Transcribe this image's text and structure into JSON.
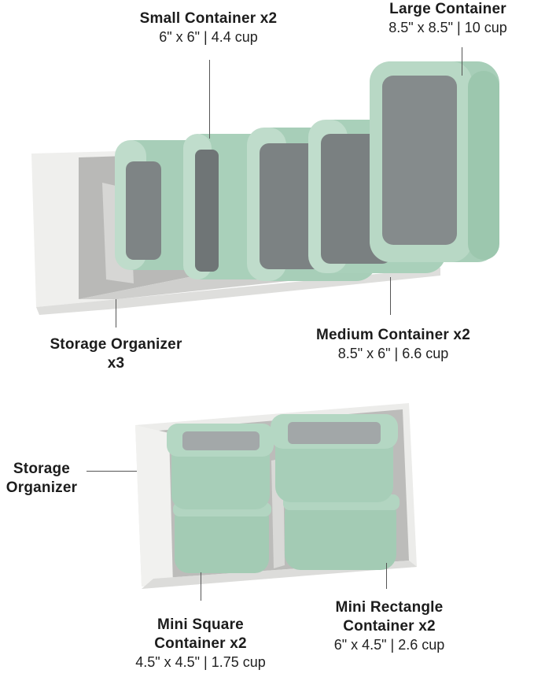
{
  "colors": {
    "container_green": "#a9cfba",
    "container_green_dark": "#8fbca4",
    "container_green_light": "#c4e0cf",
    "organizer_white": "#ebebe9",
    "organizer_felt": "#b7b7b5",
    "glass_gray": "#7b7f80",
    "leader_line": "#555555",
    "text": "#1c1c1c"
  },
  "labels": {
    "small_container": {
      "name": "Small Container x2",
      "spec": "6\" x 6\" | 4.4 cup"
    },
    "large_container": {
      "name": "Large Container",
      "spec": "8.5\" x 8.5\" | 10 cup"
    },
    "storage_organizer_x3": {
      "name": "Storage Organizer",
      "qty": "x3"
    },
    "medium_container": {
      "name": "Medium Container x2",
      "spec": "8.5\" x 6\" | 6.6 cup"
    },
    "storage_organizer": {
      "line1": "Storage",
      "line2": "Organizer"
    },
    "mini_square": {
      "line1": "Mini Square",
      "line2": "Container x2",
      "spec": "4.5\" x 4.5\" | 1.75 cup"
    },
    "mini_rectangle": {
      "line1": "Mini Rectangle",
      "line2": "Container x2",
      "spec": "6\" x 4.5\" |  2.6 cup"
    }
  }
}
